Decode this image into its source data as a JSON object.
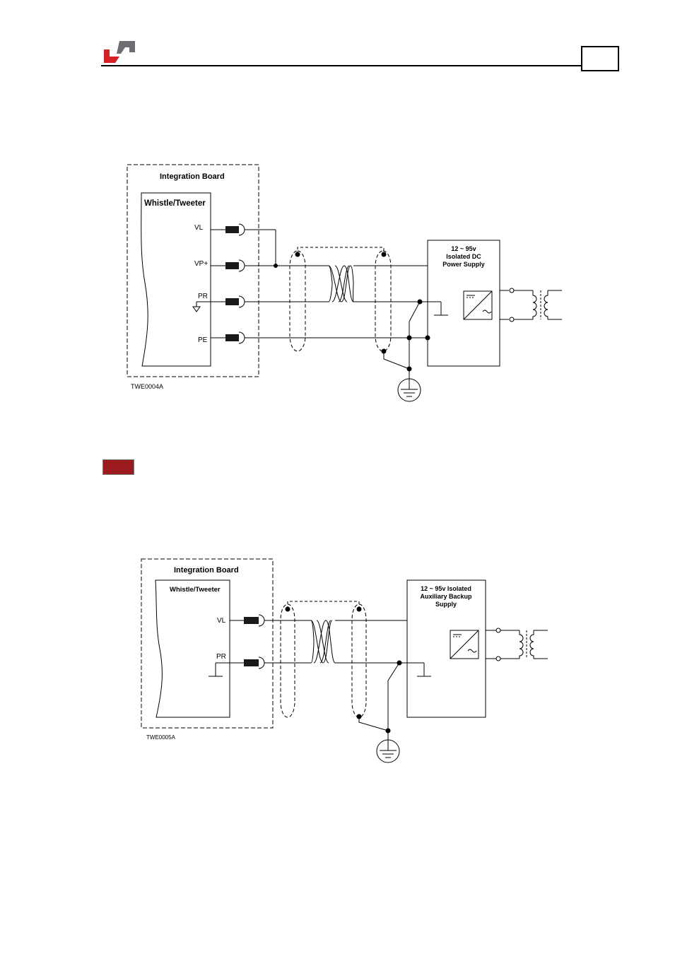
{
  "header": {
    "logo": "company-logo",
    "page_number": ""
  },
  "diagram_1": {
    "board_title": "Integration Board",
    "drive_title": "Whistle/Tweeter",
    "pins": [
      "VL",
      "VP+",
      "PR",
      "PE"
    ],
    "supply_lines": [
      "12 ~ 95v",
      "Isolated DC",
      "Power Supply"
    ],
    "code": "TWE0004A"
  },
  "diagram_2": {
    "board_title": "Integration Board",
    "drive_title": "Whistle/Tweeter",
    "pins": [
      "VL",
      "PR"
    ],
    "supply_lines": [
      "12 ~ 95v Isolated",
      "Auxiliary Backup",
      "Supply"
    ],
    "code": "TWE0005A"
  },
  "colors": {
    "logo_red": "#d71f26",
    "logo_gray": "#6d6e71",
    "tag_red": "#9b1b1e"
  }
}
